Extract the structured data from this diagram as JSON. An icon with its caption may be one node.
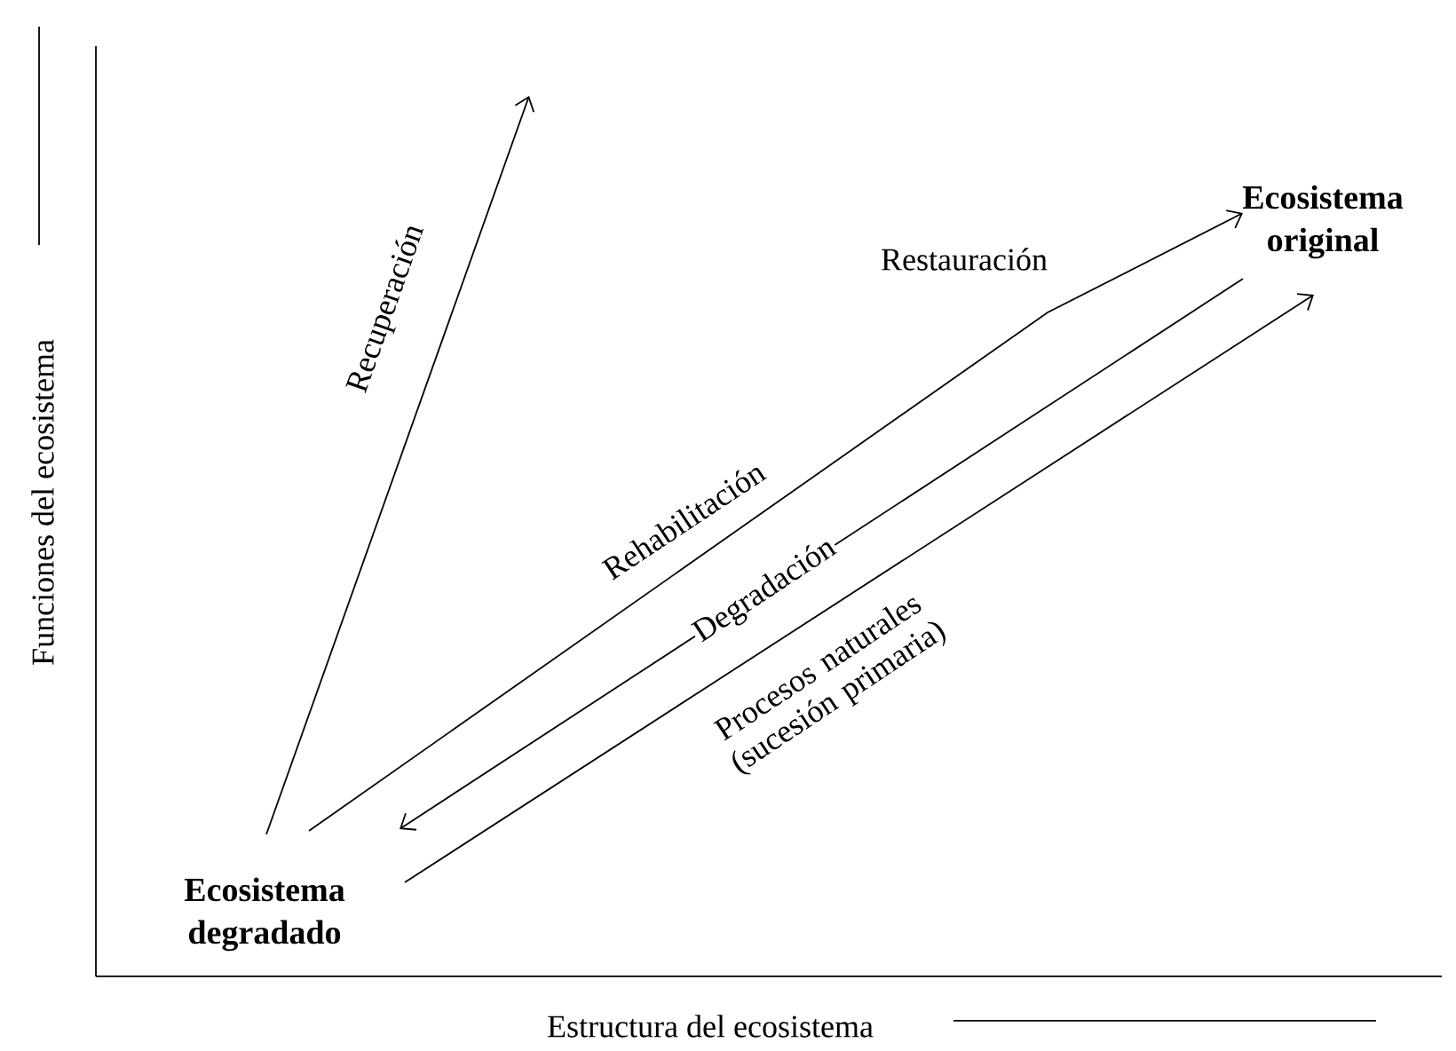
{
  "diagram": {
    "nodes": [
      {
        "text": [
          "Ecosistema degradado"
        ]
      },
      {
        "text": [
          "Ecosistema original"
        ]
      }
    ],
    "edges": [
      {
        "from": 0,
        "to": null,
        "arrow": "to",
        "label": "Recuperación"
      },
      {
        "from": 0,
        "to": 1,
        "arrow": "to",
        "label": "Restauración"
      },
      {
        "from": 1,
        "to": 0,
        "arrow": "to",
        "label": "Degradación"
      },
      {
        "from": 0,
        "to": 1,
        "arrow": "to",
        "label": "Procesos naturales (sucesión primaria)"
      }
    ],
    "labels": [
      "Rehabilitación",
      "Funciones del ecosistema",
      "Estructura del ecosistema"
    ]
  }
}
